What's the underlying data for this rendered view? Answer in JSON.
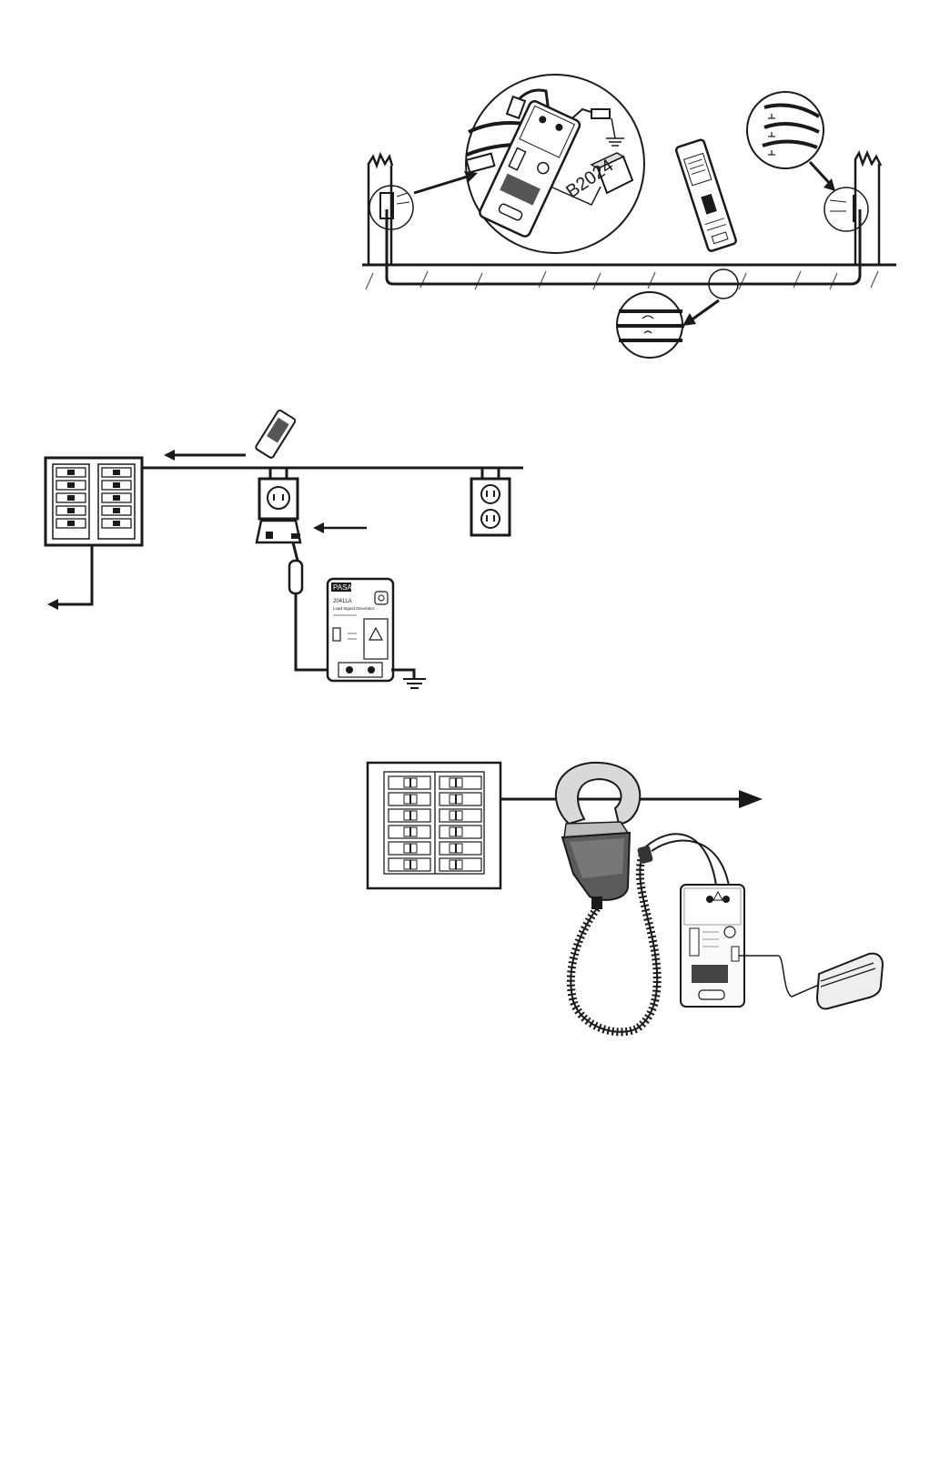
{
  "figure_1": {
    "label_b2024": "B2024"
  },
  "figure_2": {
    "device_brand": "PASAR",
    "device_model": "2041LA",
    "device_line": "Load Signal Generator"
  },
  "figure_3": {}
}
